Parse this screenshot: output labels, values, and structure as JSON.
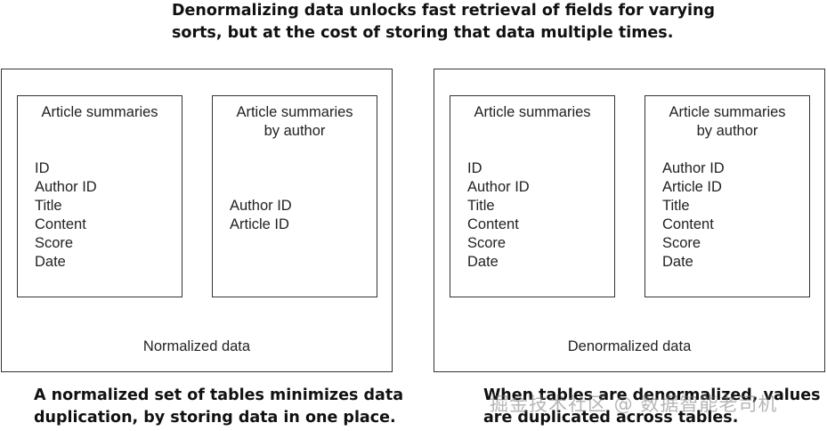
{
  "captions": {
    "top": [
      "Denormalizing data unlocks fast retrieval of fields for varying",
      "sorts, but at the cost of storing that data multiple times."
    ],
    "bottom_left": [
      "A normalized set of tables minimizes data",
      "duplication, by storing data in one place."
    ],
    "bottom_right": [
      "When tables are denormalized, values",
      "are duplicated across tables."
    ]
  },
  "panels": [
    {
      "label": "Normalized data",
      "tables": [
        {
          "title": [
            "Article summaries"
          ],
          "fields": [
            "ID",
            "Author ID",
            "Title",
            "Content",
            "Score",
            "Date"
          ]
        },
        {
          "title": [
            "Article summaries",
            "by author"
          ],
          "fields": [
            "Author ID",
            "Article ID"
          ]
        }
      ]
    },
    {
      "label": "Denormalized data",
      "tables": [
        {
          "title": [
            "Article summaries"
          ],
          "fields": [
            "ID",
            "Author ID",
            "Title",
            "Content",
            "Score",
            "Date"
          ]
        },
        {
          "title": [
            "Article summaries",
            "by author"
          ],
          "fields": [
            "Author ID",
            "Article ID",
            "Title",
            "Content",
            "Score",
            "Date"
          ]
        }
      ]
    }
  ],
  "watermark": "掘金技术社区 @ 数据智能老司机"
}
